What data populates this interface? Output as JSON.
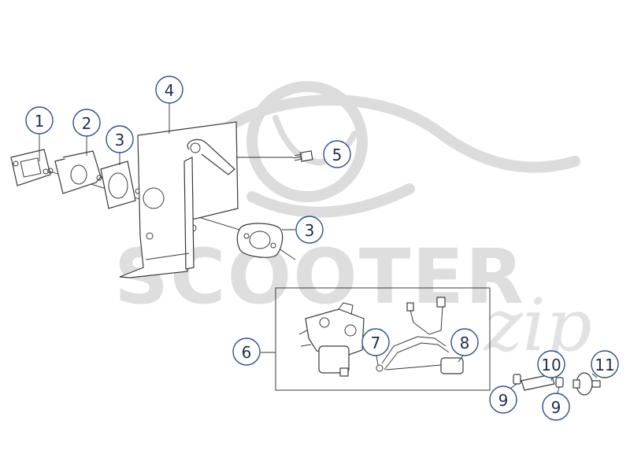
{
  "watermark": {
    "brand": "SCOOTER",
    "script": "zip"
  },
  "callouts": [
    {
      "id": "c1",
      "label": "1"
    },
    {
      "id": "c2",
      "label": "2"
    },
    {
      "id": "c3a",
      "label": "3"
    },
    {
      "id": "c4",
      "label": "4"
    },
    {
      "id": "c5",
      "label": "5"
    },
    {
      "id": "c3b",
      "label": "3"
    },
    {
      "id": "c6",
      "label": "6"
    },
    {
      "id": "c7",
      "label": "7"
    },
    {
      "id": "c8",
      "label": "8"
    },
    {
      "id": "c9a",
      "label": "9"
    },
    {
      "id": "c10",
      "label": "10"
    },
    {
      "id": "c9b",
      "label": "9"
    },
    {
      "id": "c11",
      "label": "11"
    }
  ]
}
